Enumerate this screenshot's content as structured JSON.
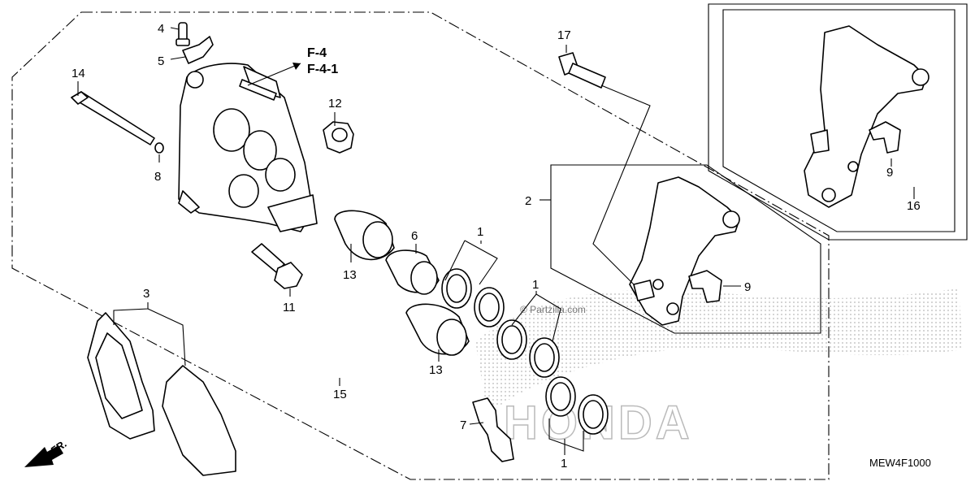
{
  "diagram": {
    "reference_labels": [
      "F-4",
      "F-4-1"
    ],
    "drawing_code": "MEW4F1000",
    "watermark": "© Partzilla.com",
    "brand_mark": "HONDA",
    "front_indicator": "FR."
  },
  "callouts": {
    "c1a": "1",
    "c1b": "1",
    "c1c": "1",
    "c2": "2",
    "c3": "3",
    "c4": "4",
    "c5": "5",
    "c6": "6",
    "c7": "7",
    "c8": "8",
    "c9a": "9",
    "c9b": "9",
    "c11": "11",
    "c12": "12",
    "c13a": "13",
    "c13b": "13",
    "c14": "14",
    "c15": "15",
    "c16": "16",
    "c17": "17"
  }
}
